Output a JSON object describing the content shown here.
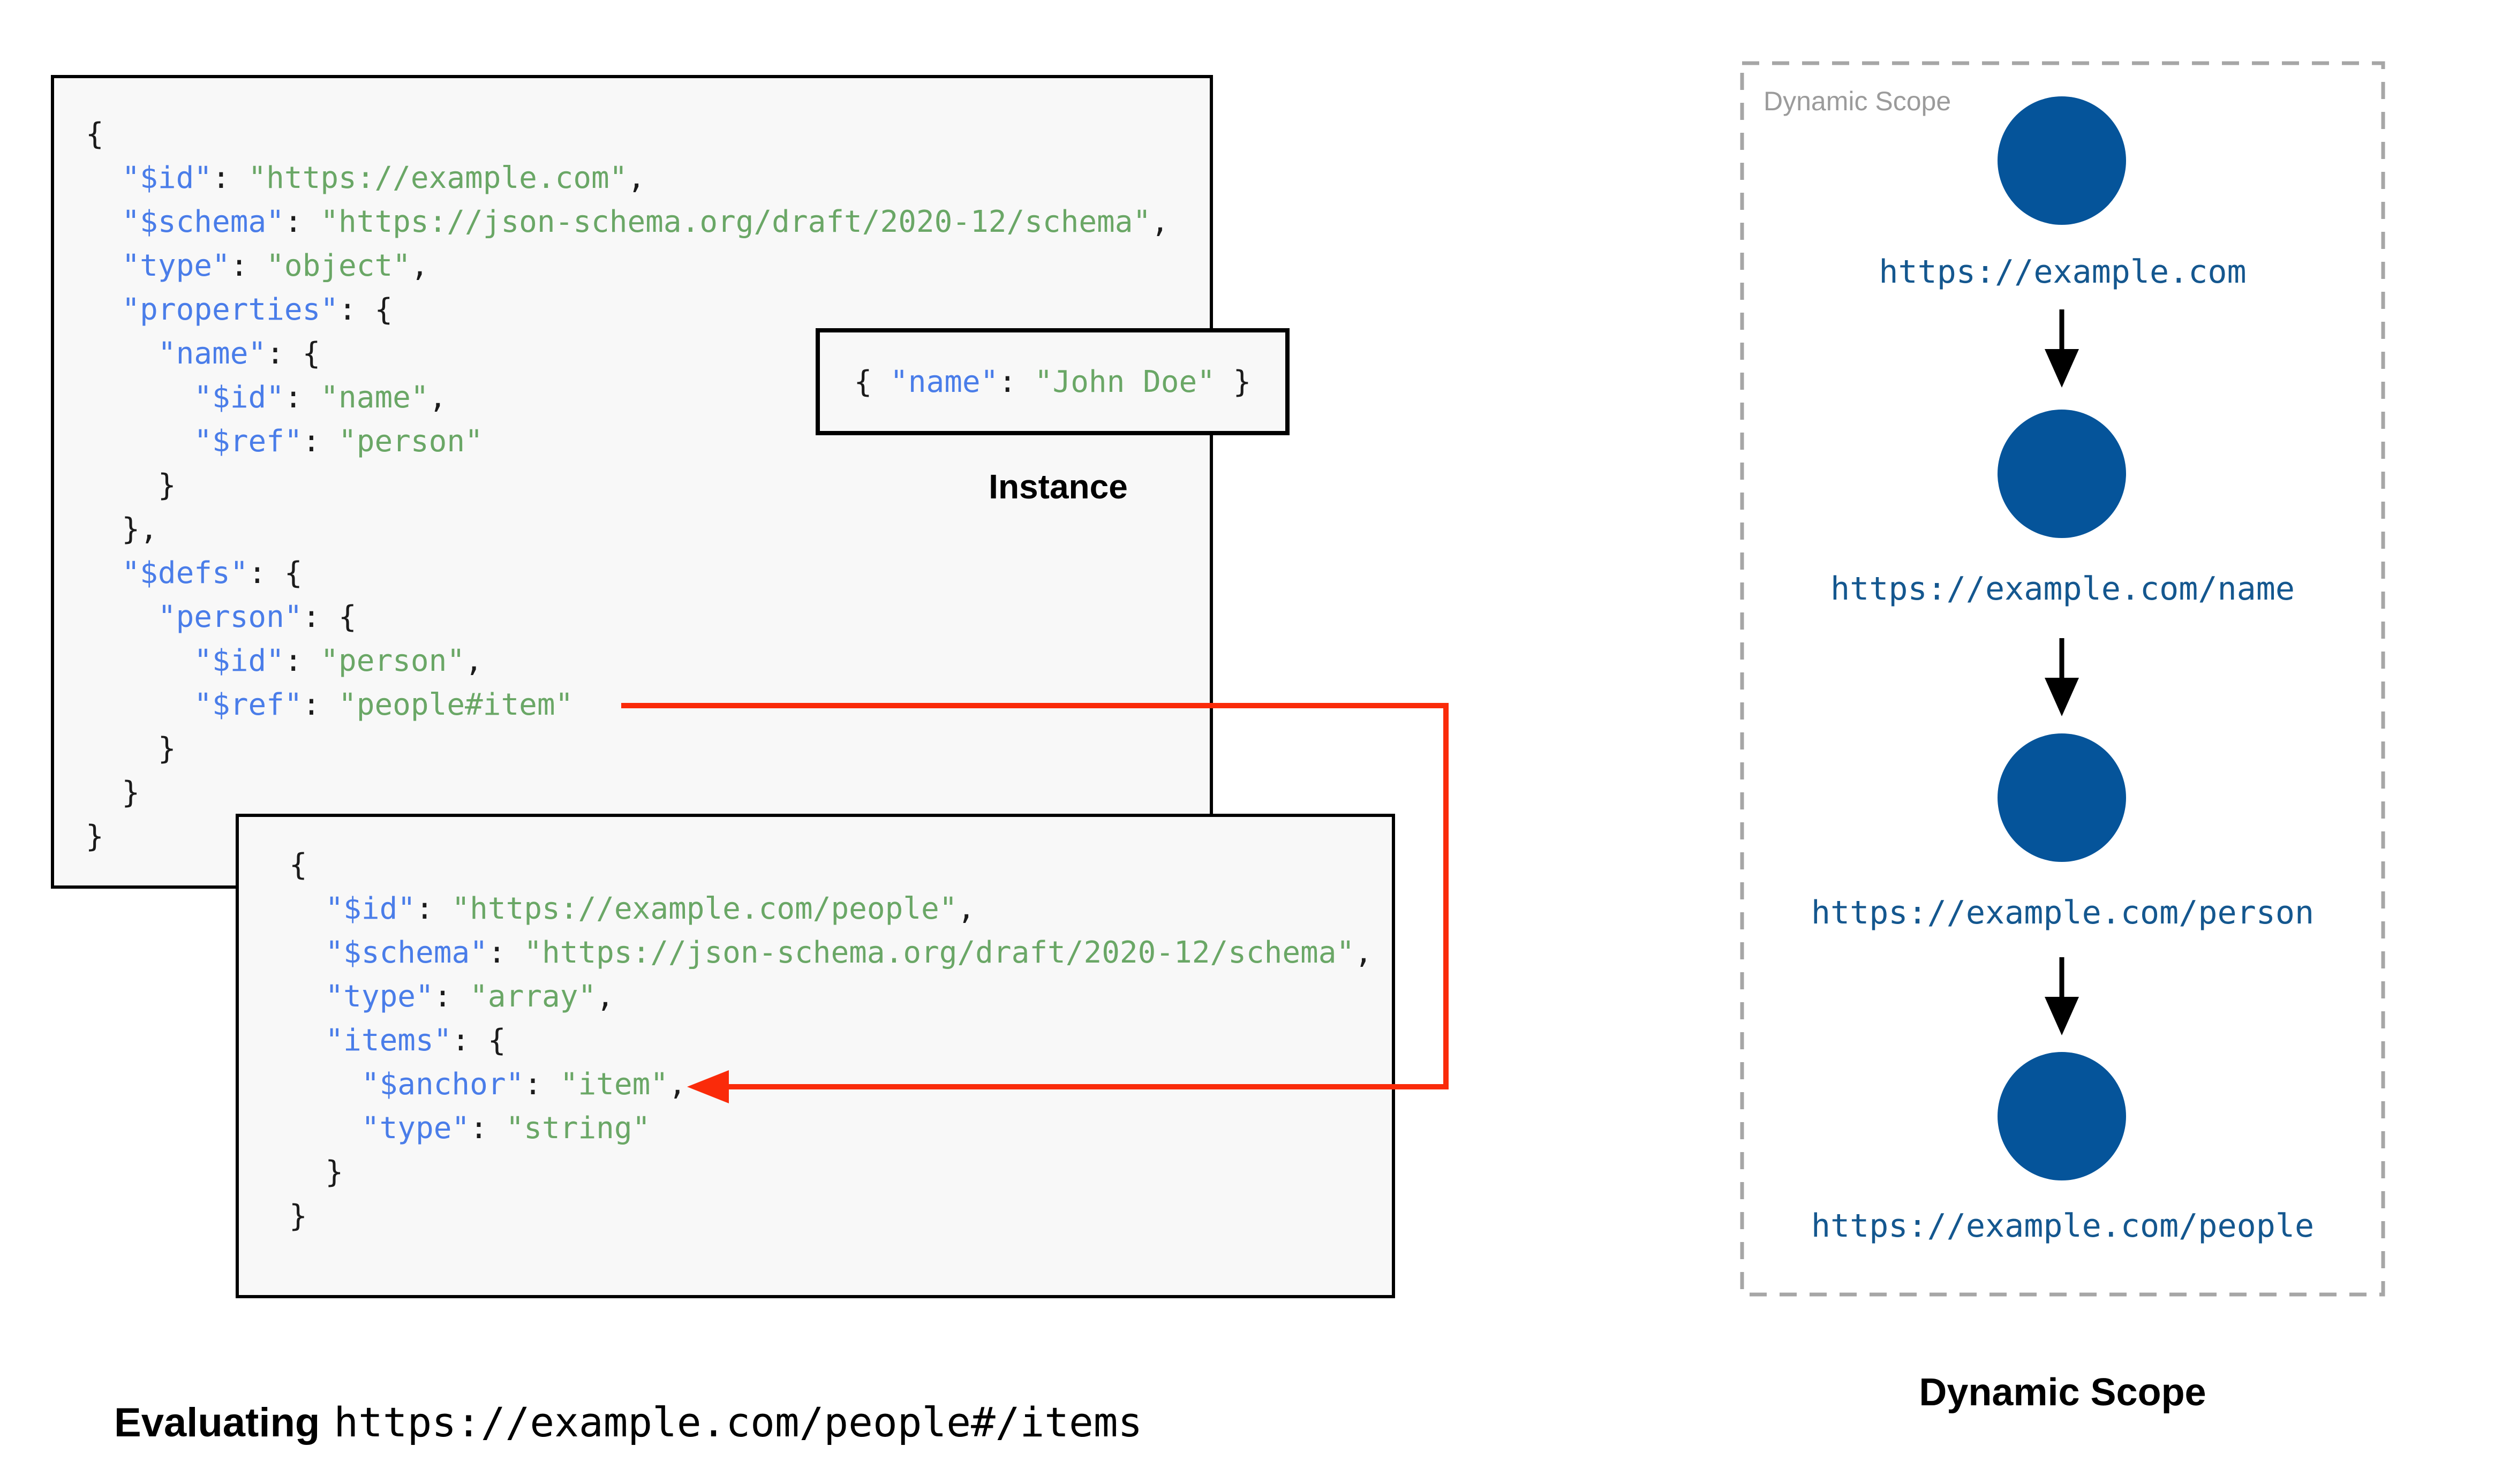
{
  "colors": {
    "key_blue": "#4a7de9",
    "str_green": "#6aa766",
    "punc_black": "#1b1b1b",
    "circle_blue": "#05549a",
    "url_blue": "#14578f",
    "arrow_red": "#fa2b0a",
    "box_bg": "#f8f8f8",
    "box_border": "#000000",
    "dash_gray": "#a6a6a6",
    "label_gray": "#9b9b9b"
  },
  "code": {
    "schema1": {
      "lines": [
        [
          [
            "p",
            "{"
          ]
        ],
        [
          [
            "p",
            "  "
          ],
          [
            "k",
            "\"$id\""
          ],
          [
            "p",
            ": "
          ],
          [
            "s",
            "\"https://example.com\""
          ],
          [
            "p",
            ","
          ]
        ],
        [
          [
            "p",
            "  "
          ],
          [
            "k",
            "\"$schema\""
          ],
          [
            "p",
            ": "
          ],
          [
            "s",
            "\"https://json-schema.org/draft/2020-12/schema\""
          ],
          [
            "p",
            ","
          ]
        ],
        [
          [
            "p",
            "  "
          ],
          [
            "k",
            "\"type\""
          ],
          [
            "p",
            ": "
          ],
          [
            "s",
            "\"object\""
          ],
          [
            "p",
            ","
          ]
        ],
        [
          [
            "p",
            "  "
          ],
          [
            "k",
            "\"properties\""
          ],
          [
            "p",
            ": {"
          ]
        ],
        [
          [
            "p",
            "    "
          ],
          [
            "k",
            "\"name\""
          ],
          [
            "p",
            ": {"
          ]
        ],
        [
          [
            "p",
            "      "
          ],
          [
            "k",
            "\"$id\""
          ],
          [
            "p",
            ": "
          ],
          [
            "s",
            "\"name\""
          ],
          [
            "p",
            ","
          ]
        ],
        [
          [
            "p",
            "      "
          ],
          [
            "k",
            "\"$ref\""
          ],
          [
            "p",
            ": "
          ],
          [
            "s",
            "\"person\""
          ]
        ],
        [
          [
            "p",
            "    }"
          ]
        ],
        [
          [
            "p",
            "  },"
          ]
        ],
        [
          [
            "p",
            "  "
          ],
          [
            "k",
            "\"$defs\""
          ],
          [
            "p",
            ": {"
          ]
        ],
        [
          [
            "p",
            "    "
          ],
          [
            "k",
            "\"person\""
          ],
          [
            "p",
            ": {"
          ]
        ],
        [
          [
            "p",
            "      "
          ],
          [
            "k",
            "\"$id\""
          ],
          [
            "p",
            ": "
          ],
          [
            "s",
            "\"person\""
          ],
          [
            "p",
            ","
          ]
        ],
        [
          [
            "p",
            "      "
          ],
          [
            "k",
            "\"$ref\""
          ],
          [
            "p",
            ": "
          ],
          [
            "s",
            "\"people#item\""
          ]
        ],
        [
          [
            "p",
            "    }"
          ]
        ],
        [
          [
            "p",
            "  }"
          ]
        ],
        [
          [
            "p",
            "}"
          ]
        ]
      ]
    },
    "schema2": {
      "lines": [
        [
          [
            "p",
            "{"
          ]
        ],
        [
          [
            "p",
            "  "
          ],
          [
            "k",
            "\"$id\""
          ],
          [
            "p",
            ": "
          ],
          [
            "s",
            "\"https://example.com/people\""
          ],
          [
            "p",
            ","
          ]
        ],
        [
          [
            "p",
            "  "
          ],
          [
            "k",
            "\"$schema\""
          ],
          [
            "p",
            ": "
          ],
          [
            "s",
            "\"https://json-schema.org/draft/2020-12/schema\""
          ],
          [
            "p",
            ","
          ]
        ],
        [
          [
            "p",
            "  "
          ],
          [
            "k",
            "\"type\""
          ],
          [
            "p",
            ": "
          ],
          [
            "s",
            "\"array\""
          ],
          [
            "p",
            ","
          ]
        ],
        [
          [
            "p",
            "  "
          ],
          [
            "k",
            "\"items\""
          ],
          [
            "p",
            ": {"
          ]
        ],
        [
          [
            "p",
            "    "
          ],
          [
            "k",
            "\"$anchor\""
          ],
          [
            "p",
            ": "
          ],
          [
            "s",
            "\"item\""
          ],
          [
            "p",
            ","
          ]
        ],
        [
          [
            "p",
            "    "
          ],
          [
            "k",
            "\"type\""
          ],
          [
            "p",
            ": "
          ],
          [
            "s",
            "\"string\""
          ]
        ],
        [
          [
            "p",
            "  }"
          ]
        ],
        [
          [
            "p",
            "}"
          ]
        ]
      ]
    },
    "instance": {
      "lines": [
        [
          [
            "p",
            "{ "
          ],
          [
            "k",
            "\"name\""
          ],
          [
            "p",
            ": "
          ],
          [
            "s",
            "\"John Doe\""
          ],
          [
            "p",
            " }"
          ]
        ]
      ]
    }
  },
  "instance_label": "Instance",
  "dynamic_scope": {
    "panel_label": "Dynamic Scope",
    "nodes": [
      "https://example.com",
      "https://example.com/name",
      "https://example.com/person",
      "https://example.com/people"
    ]
  },
  "caption_left": {
    "bold": "Evaluating",
    "url": "https://example.com/people#/items"
  },
  "caption_right": "Dynamic Scope"
}
